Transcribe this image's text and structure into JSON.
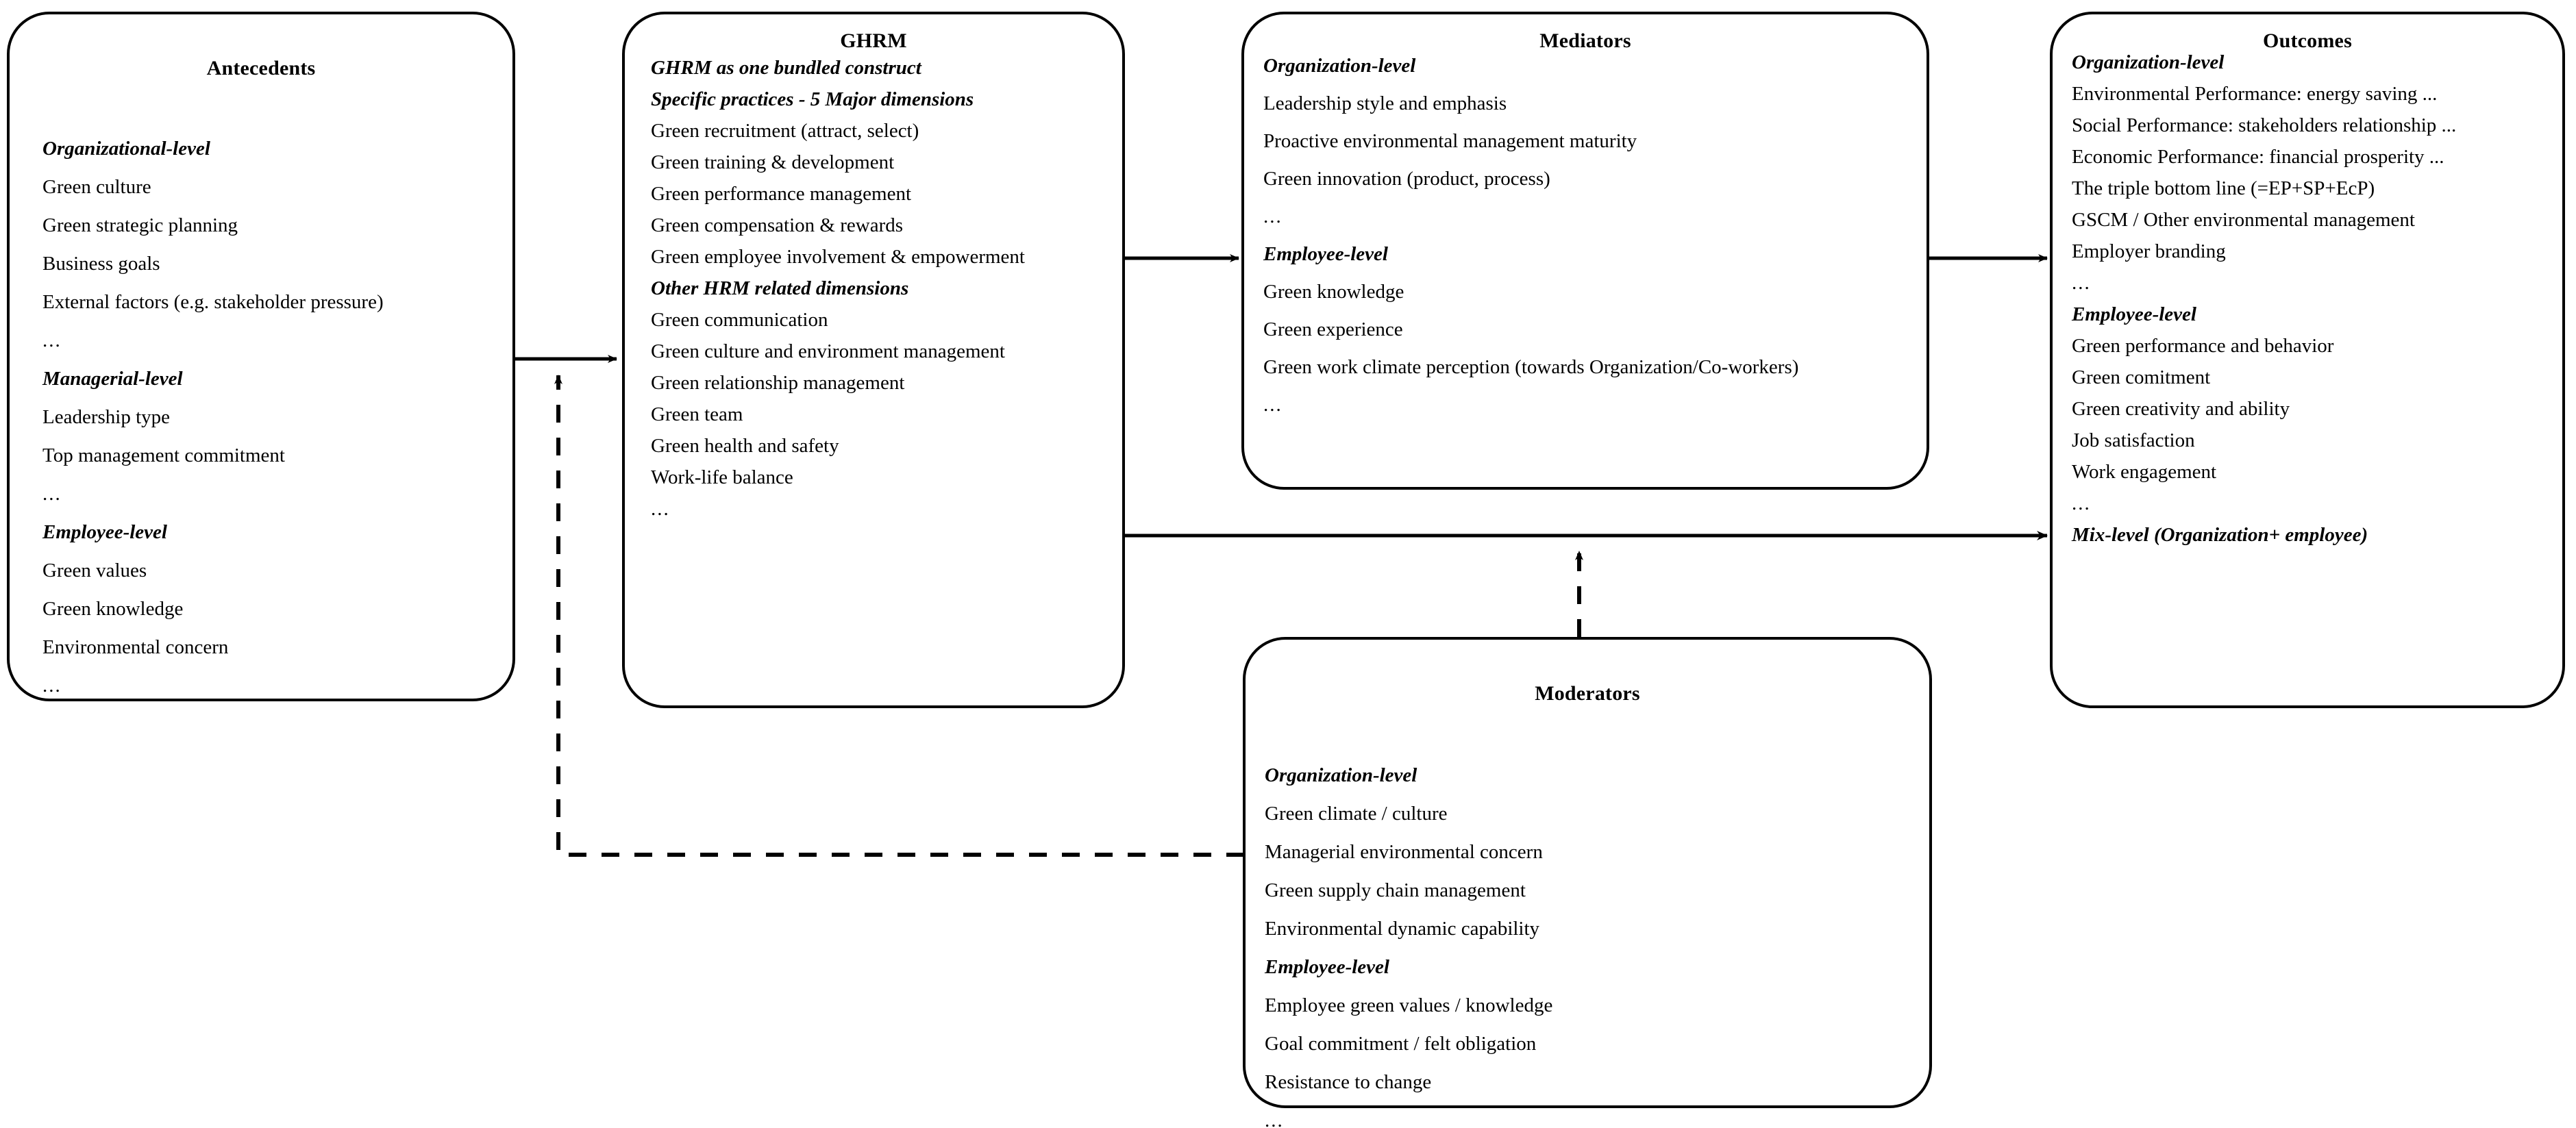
{
  "diagram": {
    "title_font_weight": "bold",
    "stroke_color": "#000000",
    "background_color": "#ffffff"
  },
  "boxes": {
    "antecedents": {
      "title": "Antecedents",
      "lines": [
        {
          "text": "Organizational-level",
          "style": "header"
        },
        {
          "text": "Green culture",
          "style": "item"
        },
        {
          "text": "Green strategic planning",
          "style": "item"
        },
        {
          "text": "Business goals",
          "style": "item"
        },
        {
          "text": "External factors (e.g. stakeholder pressure)",
          "style": "item"
        },
        {
          "text": "...",
          "style": "dots"
        },
        {
          "text": "Managerial-level",
          "style": "header"
        },
        {
          "text": "Leadership type",
          "style": "item"
        },
        {
          "text": "Top management commitment",
          "style": "item"
        },
        {
          "text": "...",
          "style": "dots"
        },
        {
          "text": "Employee-level",
          "style": "header"
        },
        {
          "text": "Green values",
          "style": "item"
        },
        {
          "text": "Green knowledge",
          "style": "item"
        },
        {
          "text": "Environmental concern",
          "style": "item"
        },
        {
          "text": "...",
          "style": "dots"
        }
      ]
    },
    "ghrm": {
      "title": "GHRM",
      "lines": [
        {
          "text": "GHRM as one bundled construct",
          "style": "header"
        },
        {
          "text": "Specific practices - 5 Major dimensions",
          "style": "header"
        },
        {
          "text": "Green recruitment (attract, select)",
          "style": "item"
        },
        {
          "text": "Green training & development",
          "style": "item"
        },
        {
          "text": "Green performance management",
          "style": "item"
        },
        {
          "text": "Green compensation & rewards",
          "style": "item"
        },
        {
          "text": "Green employee involvement & empowerment",
          "style": "item"
        },
        {
          "text": "Other HRM related dimensions",
          "style": "header"
        },
        {
          "text": "Green communication",
          "style": "item"
        },
        {
          "text": "Green culture and environment management",
          "style": "item"
        },
        {
          "text": "Green relationship management",
          "style": "item"
        },
        {
          "text": "Green team",
          "style": "item"
        },
        {
          "text": "Green health and safety",
          "style": "item"
        },
        {
          "text": "Work-life balance",
          "style": "item"
        },
        {
          "text": "...",
          "style": "dots"
        }
      ]
    },
    "mediators": {
      "title": "Mediators",
      "lines": [
        {
          "text": "Organization-level",
          "style": "header"
        },
        {
          "text": "Leadership style and emphasis",
          "style": "item"
        },
        {
          "text": "Proactive environmental management maturity",
          "style": "item"
        },
        {
          "text": "Green innovation (product, process)",
          "style": "item"
        },
        {
          "text": "...",
          "style": "dots"
        },
        {
          "text": "Employee-level",
          "style": "header"
        },
        {
          "text": "Green knowledge",
          "style": "item"
        },
        {
          "text": "Green experience",
          "style": "item"
        },
        {
          "text": "Green work climate perception (towards Organization/Co-workers)",
          "style": "item"
        },
        {
          "text": "...",
          "style": "dots"
        }
      ]
    },
    "outcomes": {
      "title": "Outcomes",
      "lines": [
        {
          "text": "Organization-level",
          "style": "header"
        },
        {
          "text": "Environmental Performance: energy saving ...",
          "style": "item"
        },
        {
          "text": "Social Performance: stakeholders relationship ...",
          "style": "item"
        },
        {
          "text": "Economic Performance: financial prosperity ...",
          "style": "item"
        },
        {
          "text": "The triple bottom line (=EP+SP+EcP)",
          "style": "item"
        },
        {
          "text": "GSCM / Other environmental management",
          "style": "item"
        },
        {
          "text": "Employer branding",
          "style": "item"
        },
        {
          "text": "...",
          "style": "dots"
        },
        {
          "text": "Employee-level",
          "style": "header"
        },
        {
          "text": "Green performance and behavior",
          "style": "item"
        },
        {
          "text": "Green comitment",
          "style": "item"
        },
        {
          "text": "Green creativity and ability",
          "style": "item"
        },
        {
          "text": "Job satisfaction",
          "style": "item"
        },
        {
          "text": "Work engagement",
          "style": "item"
        },
        {
          "text": "...",
          "style": "dots"
        },
        {
          "text": "Mix-level (Organization+ employee)",
          "style": "header"
        }
      ]
    },
    "moderators": {
      "title": "Moderators",
      "lines": [
        {
          "text": "Organization-level",
          "style": "header"
        },
        {
          "text": "Green climate / culture",
          "style": "item"
        },
        {
          "text": "Managerial environmental concern",
          "style": "item"
        },
        {
          "text": "Green supply chain management",
          "style": "item"
        },
        {
          "text": "Environmental dynamic capability",
          "style": "item"
        },
        {
          "text": "Employee-level",
          "style": "header"
        },
        {
          "text": "Employee green values / knowledge",
          "style": "item"
        },
        {
          "text": "Goal commitment / felt obligation",
          "style": "item"
        },
        {
          "text": "Resistance to change",
          "style": "item"
        },
        {
          "text": "...",
          "style": "dots"
        }
      ]
    }
  },
  "connectors": [
    {
      "name": "antecedents-to-ghrm",
      "style": "solid",
      "direction": "right"
    },
    {
      "name": "ghrm-to-mediators",
      "style": "solid",
      "direction": "right"
    },
    {
      "name": "mediators-to-outcomes",
      "style": "solid",
      "direction": "right"
    },
    {
      "name": "ghrm-to-outcomes-direct",
      "style": "solid",
      "direction": "right"
    },
    {
      "name": "moderators-to-antecedents-ghrm-link",
      "style": "dashed",
      "direction": "up"
    },
    {
      "name": "moderators-to-ghrm-outcomes-link",
      "style": "dashed",
      "direction": "up"
    }
  ]
}
